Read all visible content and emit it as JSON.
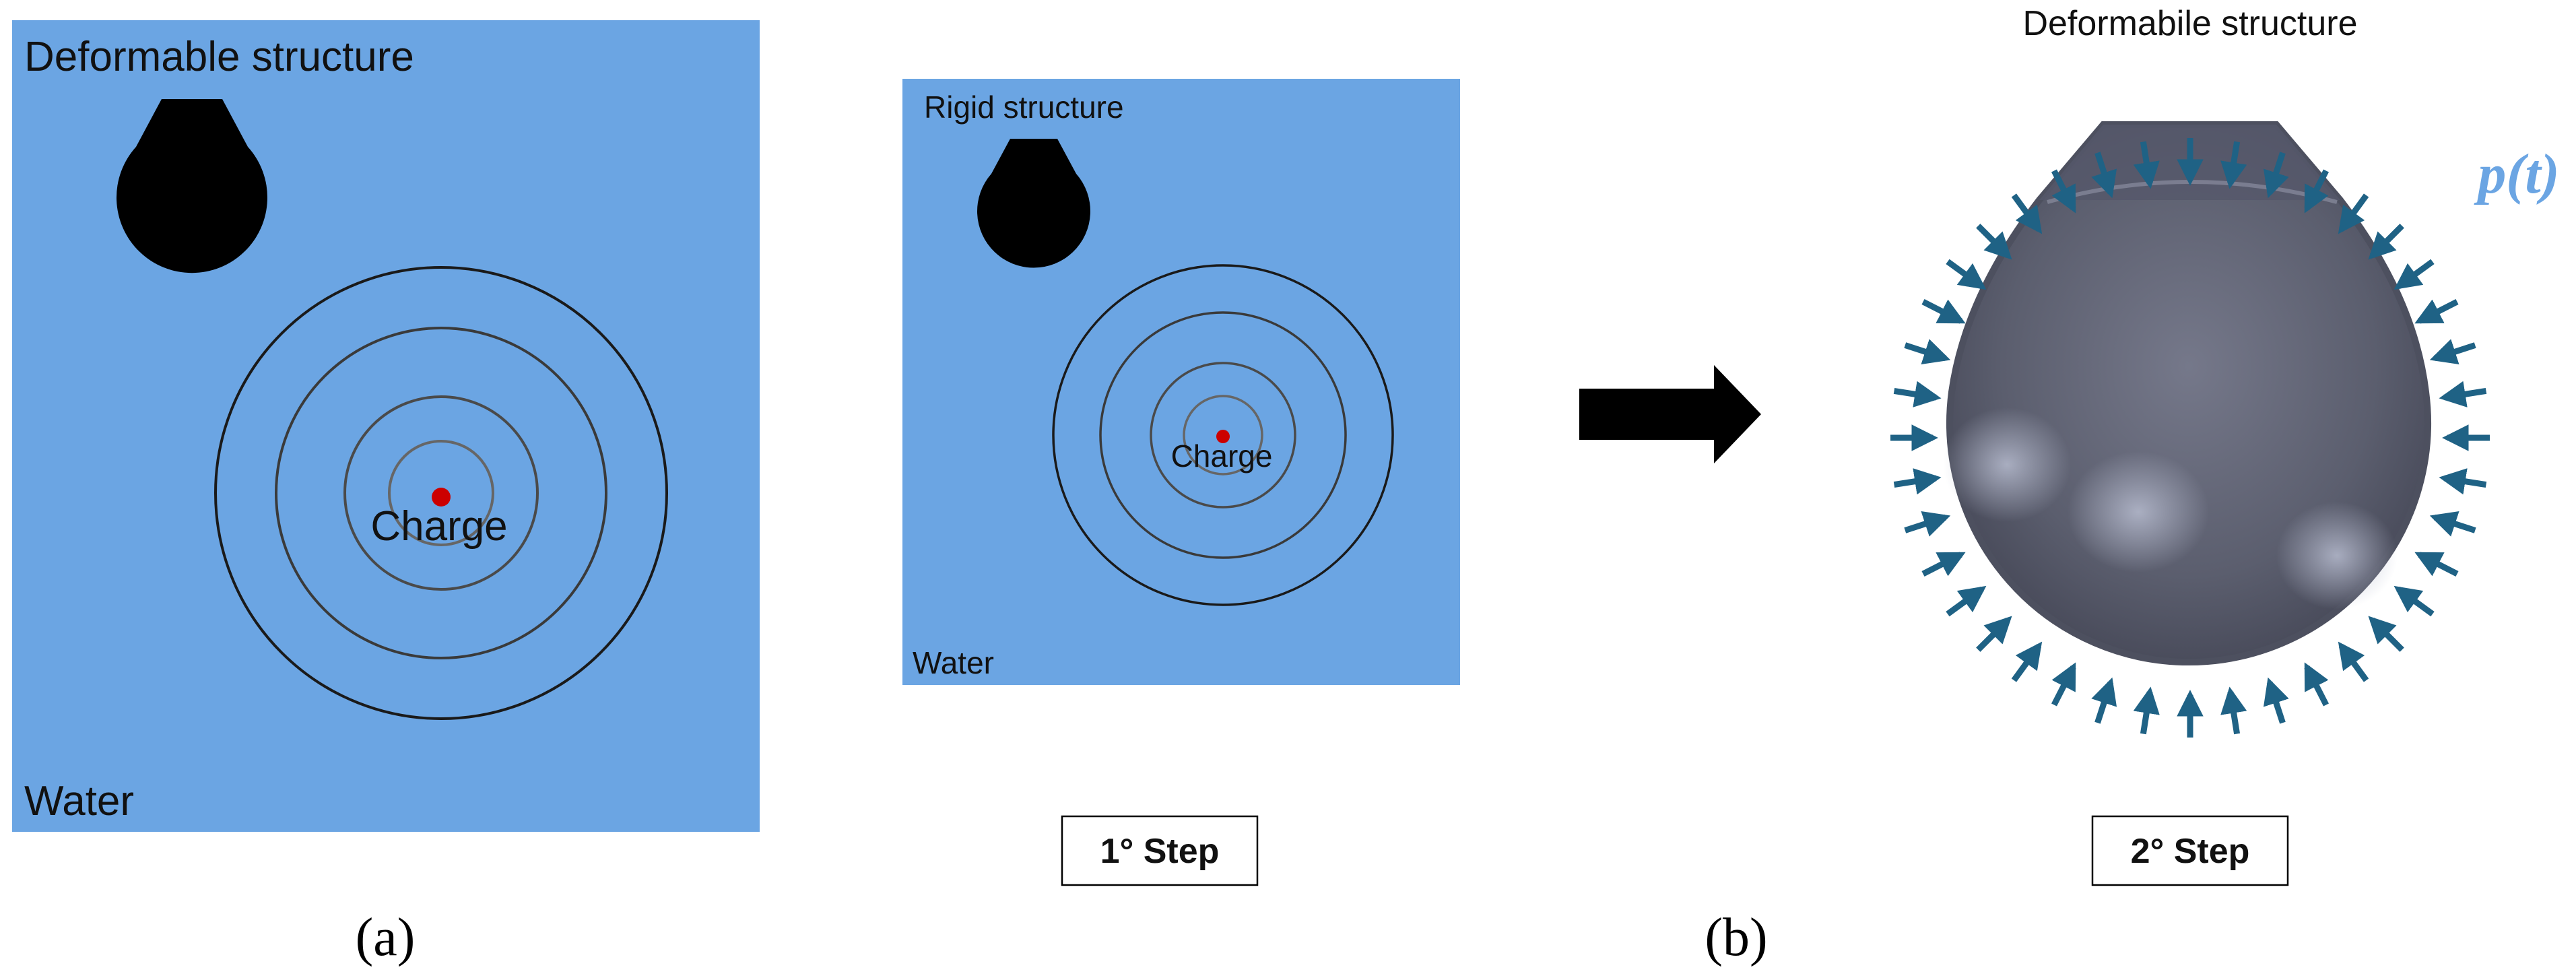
{
  "panel_a": {
    "structure_label": "Deformable structure",
    "charge_label": "Charge",
    "medium_label": "Water",
    "caption": "(a)"
  },
  "panel_b_step1": {
    "structure_label": "Rigid structure",
    "charge_label": "Charge",
    "medium_label": "Water",
    "step_label": "1° Step"
  },
  "panel_b_step2": {
    "structure_label": "Deformabile structure",
    "pressure_label": "p(t)",
    "step_label": "2° Step"
  },
  "caption_b": "(b)",
  "colors": {
    "water": "#6ba5e3",
    "charge": "#cc0000",
    "structure": "#000000",
    "pressure_arrows": "#1f6285",
    "pressure_label": "#6ba5e3",
    "big_arrow": "#000000"
  },
  "icons": {
    "transition": "right-arrow-icon",
    "pressure": "inward-arrow-icon"
  }
}
